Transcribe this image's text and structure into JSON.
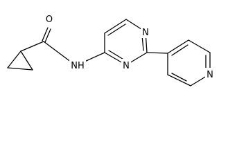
{
  "structure": {
    "atoms": {
      "carbonyl_oxygen": "O",
      "amide_nitrogen": "NH",
      "pyrimidine_n3": "N",
      "pyrimidine_n1": "N",
      "pyridine_nitrogen": "N"
    }
  },
  "colors": {
    "bond": "#000000",
    "label": "#000000",
    "background": "#ffffff"
  }
}
